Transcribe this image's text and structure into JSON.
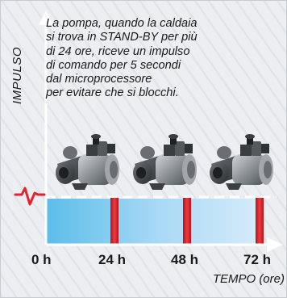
{
  "diagram": {
    "y_axis_title": "IMPULSO",
    "x_axis_title": "TEMPO (ore)",
    "caption_lines": [
      "La pompa, quando la caldaia",
      "si trova in STAND-BY per più",
      "di 24 ore, riceve un impulso",
      "di comando per 5 secondi",
      "dal microprocessore",
      "per evitare che si blocchi."
    ],
    "x_ticks": [
      "0 h",
      "24 h",
      "48 h",
      "72 h"
    ],
    "pumps": [
      "pump",
      "pump",
      "pump"
    ],
    "colors": {
      "area_light": "#d8ecfb",
      "area_dark": "#5bbde9",
      "pulse": "#e1242b",
      "axis": "#ffffff",
      "pump_body": "#8a8e92"
    }
  }
}
